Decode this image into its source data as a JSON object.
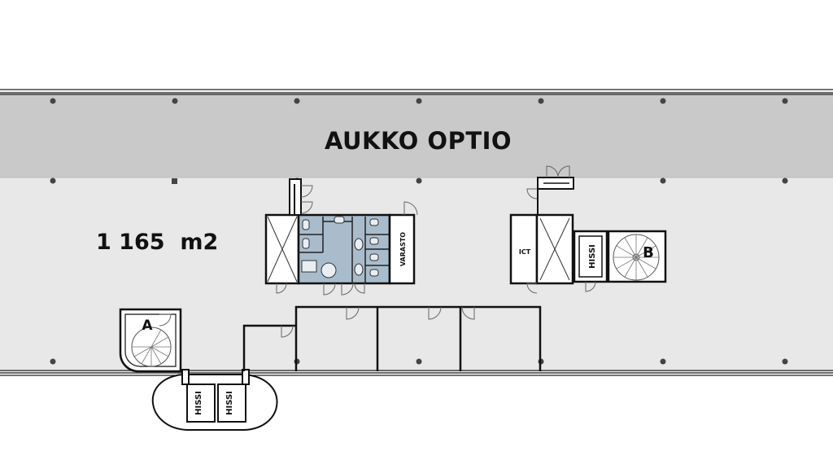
{
  "banner_label": "AUKKO OPTIO",
  "area_label": "1 165  m2",
  "rooms": {
    "storage": "VARASTO",
    "ict": "ICT",
    "elevator_b": "HISSI",
    "elevator_left": "HISSI",
    "elevator_right": "HISSI"
  },
  "stairs": {
    "a": "A",
    "b": "B"
  },
  "colors": {
    "floor": "#e8e8e8",
    "banner": "#c9c9c9",
    "restroom": "#a8bccc",
    "wall": "#111111"
  }
}
